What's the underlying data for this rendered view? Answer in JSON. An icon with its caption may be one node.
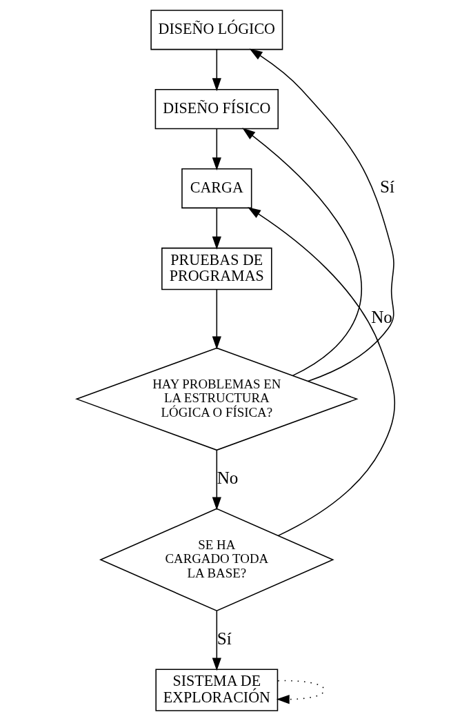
{
  "diagram": {
    "nodes": [
      {
        "text": [
          "DISEÑO LÓGICO"
        ]
      },
      {
        "text": [
          "DISEÑO FÍSICO"
        ]
      },
      {
        "text": [
          "CARGA"
        ]
      },
      {
        "text": [
          "PRUEBAS DE PROGRAMAS"
        ]
      },
      {
        "text": [
          "HAY PROBLEMAS EN LA ESTRUCTURA LÓGICA O FÍSICA?"
        ]
      },
      {
        "text": [
          "SE HA CARGADO TODA LA BASE?"
        ]
      },
      {
        "text": [
          "SISTEMA DE EXPLORACIÓN"
        ]
      }
    ],
    "edges": [
      {
        "from": 0,
        "to": 1,
        "arrow": "to"
      },
      {
        "from": 1,
        "to": 2,
        "arrow": "to"
      },
      {
        "from": 2,
        "to": 3,
        "arrow": "to"
      },
      {
        "from": 3,
        "to": 4,
        "arrow": "to"
      },
      {
        "from": 4,
        "to": 0,
        "arrow": "to",
        "label": "Sí"
      },
      {
        "from": 4,
        "to": 1,
        "arrow": "to"
      },
      {
        "from": 4,
        "to": 5,
        "arrow": "to",
        "label": "No"
      },
      {
        "from": 5,
        "to": 2,
        "arrow": "to",
        "label": "No"
      },
      {
        "from": 5,
        "to": 6,
        "arrow": "to",
        "label": "Sí"
      },
      {
        "from": 6,
        "to": 6,
        "arrow": "to",
        "style": "dashed"
      }
    ]
  }
}
